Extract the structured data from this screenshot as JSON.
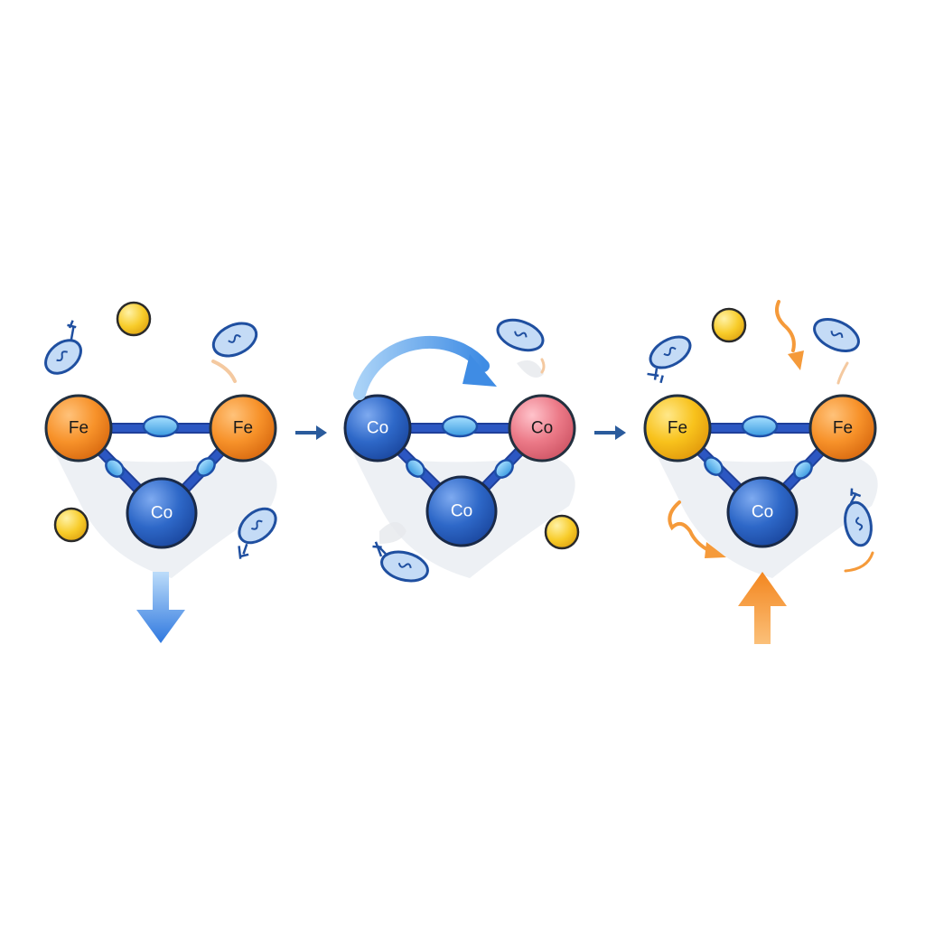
{
  "colors": {
    "fe_orange": "#f7922a",
    "fe_yellow": "#f8c21c",
    "co_blue": "#2e68c8",
    "co_pink": "#ec7a88",
    "bond_blue": "#2c57c2",
    "link_cyan": "#58b8ee",
    "arrow_blue": "#3a86e0",
    "arrow_orange": "#f59a3a",
    "particle_yellow": "#f8cc2a",
    "microbe_blue": "#bcd6f4"
  },
  "stages": [
    {
      "atoms": [
        {
          "label": "Fe",
          "color": "fe_orange"
        },
        {
          "label": "Fe",
          "color": "fe_orange"
        },
        {
          "label": "Co",
          "color": "co_blue"
        }
      ],
      "indicator": "down-arrow-icon"
    },
    {
      "atoms": [
        {
          "label": "Co",
          "color": "co_blue"
        },
        {
          "label": "Co",
          "color": "co_pink"
        },
        {
          "label": "Co",
          "color": "co_blue"
        }
      ],
      "indicator": "curved-arrow-icon"
    },
    {
      "atoms": [
        {
          "label": "Fe",
          "color": "fe_yellow"
        },
        {
          "label": "Fe",
          "color": "fe_orange"
        },
        {
          "label": "Co",
          "color": "co_blue"
        }
      ],
      "indicator": "up-arrow-icon"
    }
  ],
  "transition_arrows": [
    "right-arrow-icon",
    "right-arrow-icon"
  ]
}
